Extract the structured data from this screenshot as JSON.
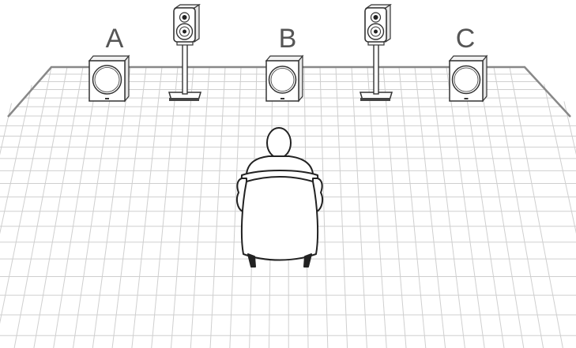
{
  "labels": {
    "position_a": "A",
    "position_b": "B",
    "position_c": "C"
  },
  "icons": {
    "subwoofer": "subwoofer-icon",
    "speaker": "bookshelf-speaker-on-stand-icon",
    "listener": "listener-in-armchair-icon"
  },
  "colors": {
    "line": "#333333",
    "grid": "#cfcfcf",
    "floor_edge": "#888888",
    "label": "#555555"
  }
}
